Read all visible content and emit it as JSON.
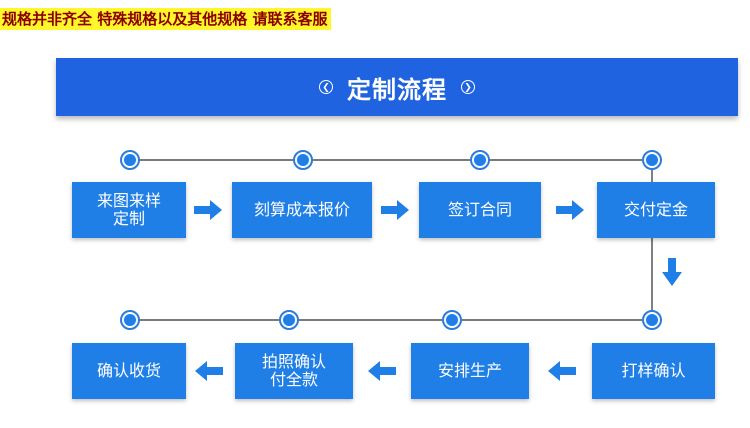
{
  "notice": "规格并非齐全 特殊规格以及其他规格 请联系客服",
  "banner": {
    "title": "定制流程"
  },
  "steps": [
    {
      "label": "来图来样\n定制"
    },
    {
      "label": "刻算成本报价"
    },
    {
      "label": "签订合同"
    },
    {
      "label": "交付定金"
    },
    {
      "label": "打样确认"
    },
    {
      "label": "安排生产"
    },
    {
      "label": "拍照确认\n付全款"
    },
    {
      "label": "确认收货"
    }
  ],
  "colors": {
    "banner": "#1f63e0",
    "box": "#1f7fe6",
    "notice_bg": "#fff72b",
    "notice_text": "#8a0000"
  }
}
